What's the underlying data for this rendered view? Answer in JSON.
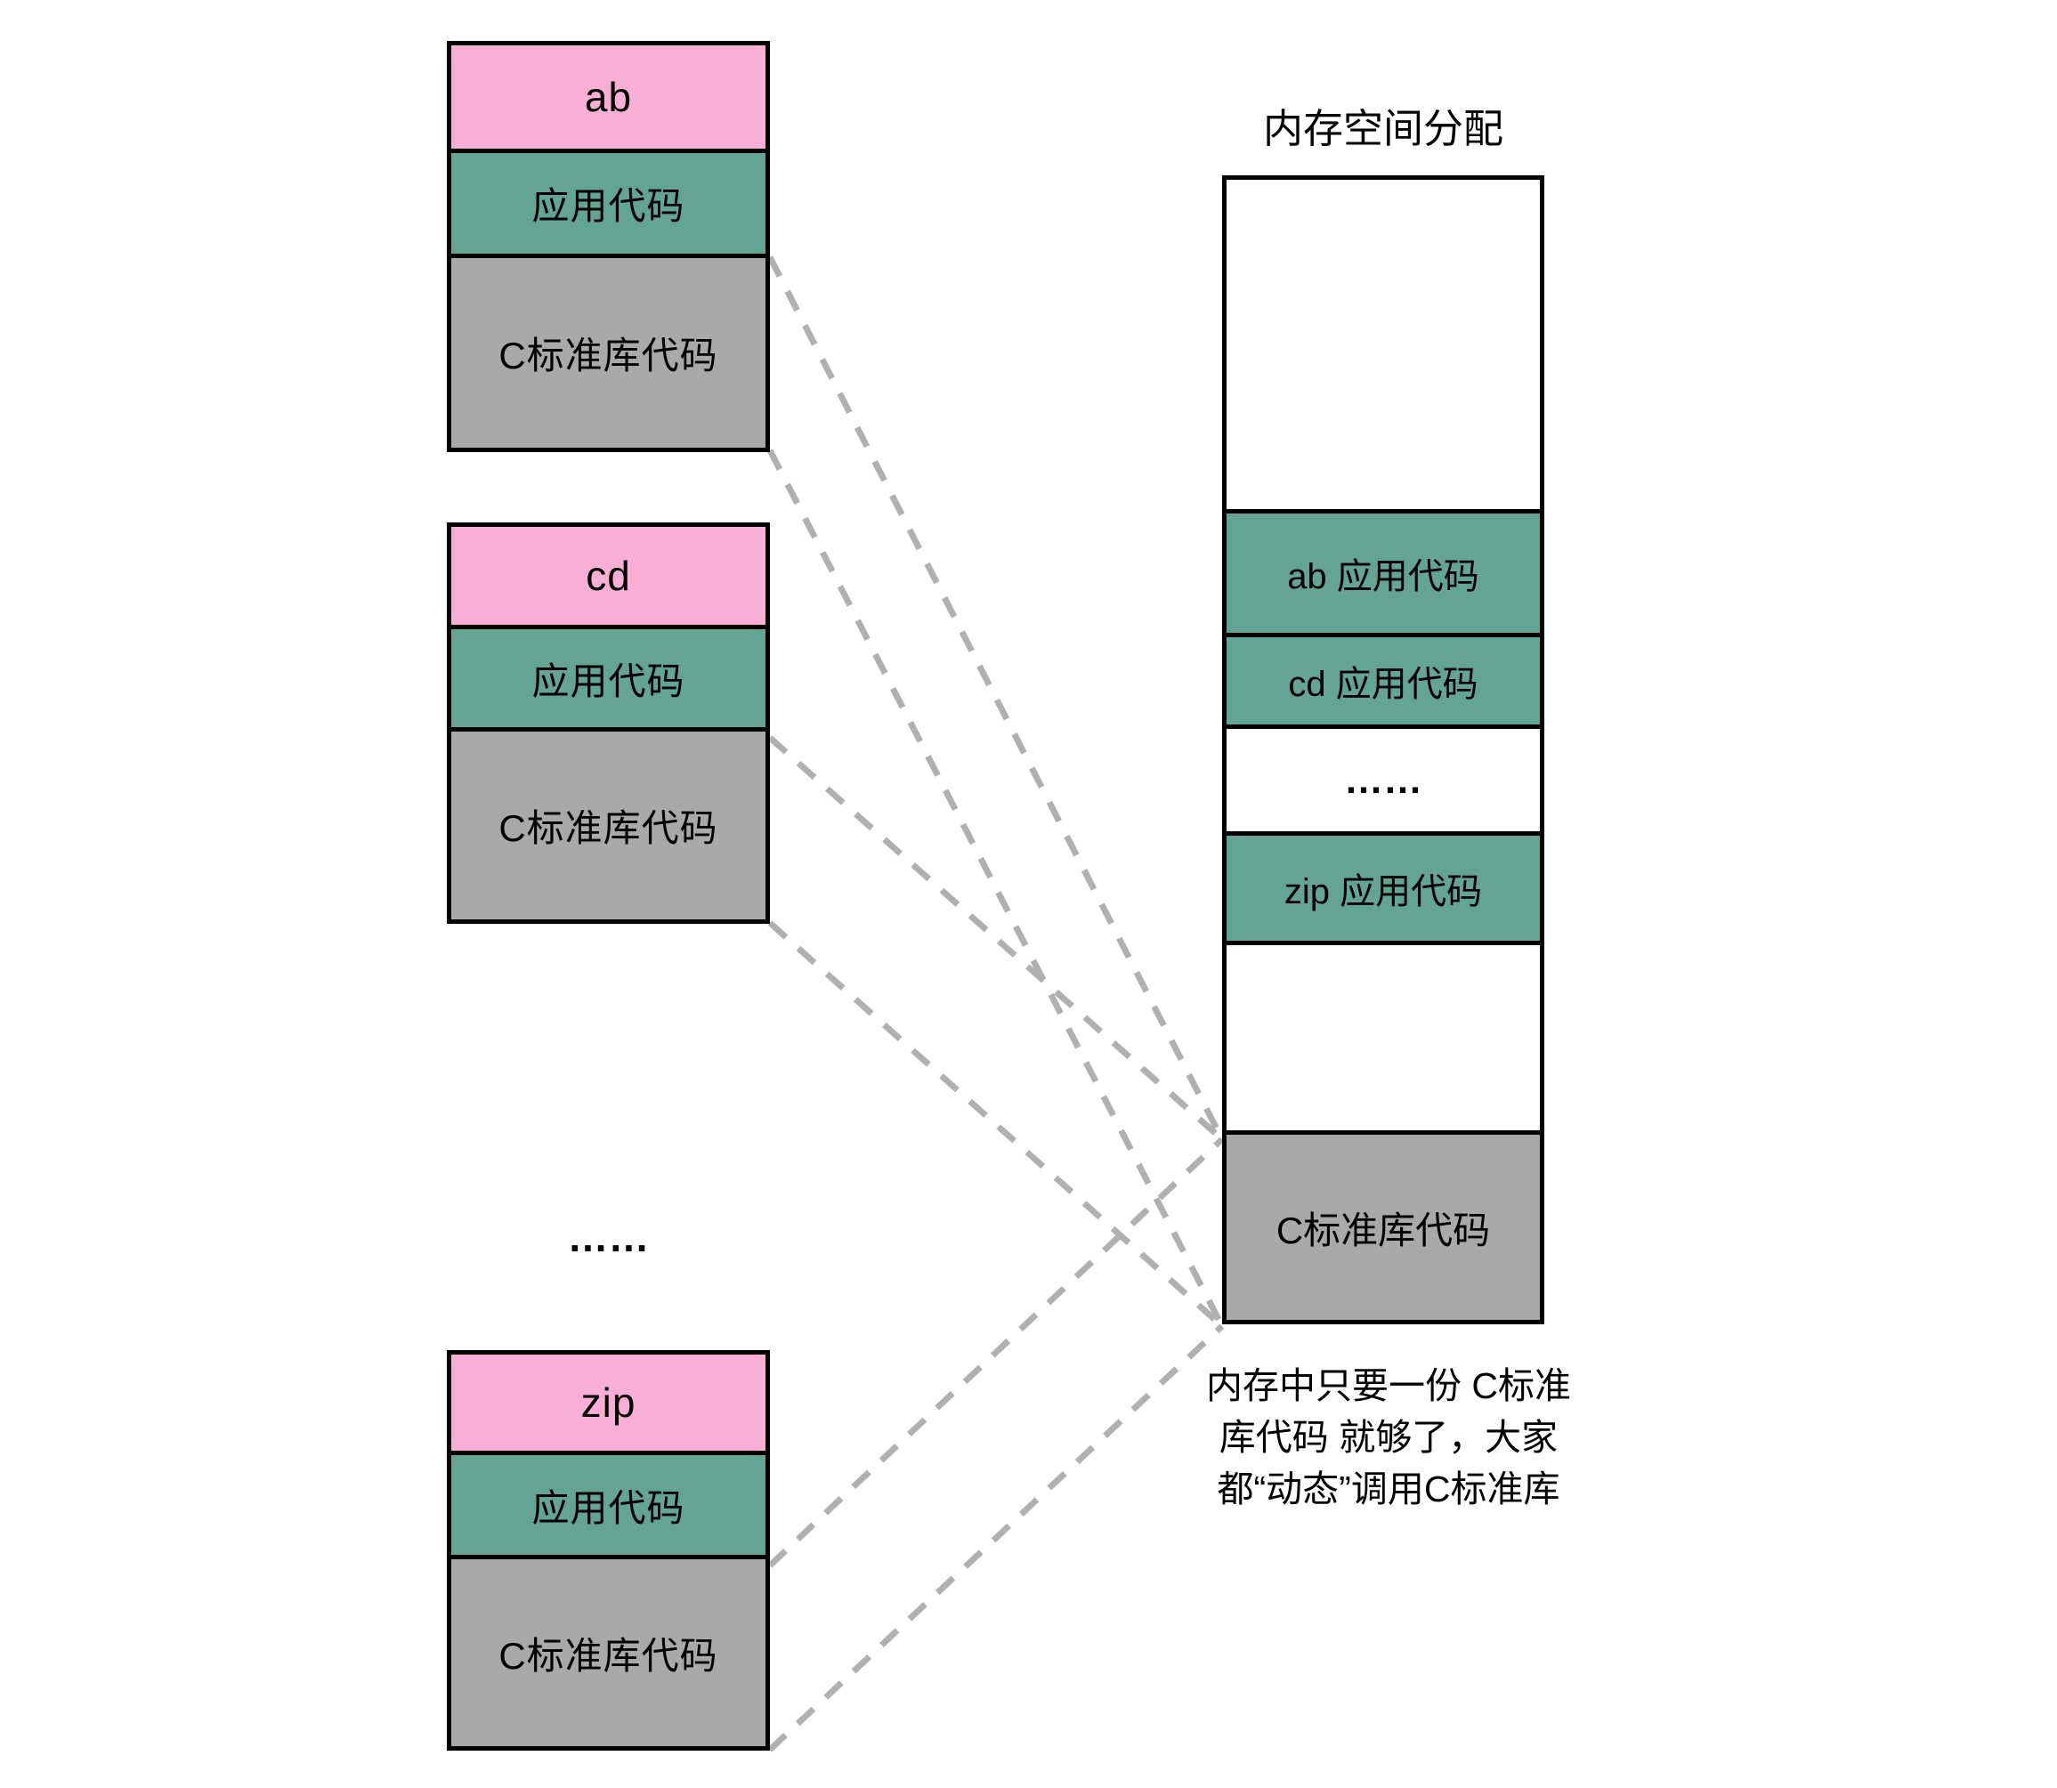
{
  "colors": {
    "pink": "#f9aed6",
    "teal": "#63a493",
    "gray": "#a9a9a9",
    "line": "#b0b0b0",
    "border": "#000000",
    "text": "#000000",
    "bg": "#ffffff"
  },
  "programs": [
    {
      "id": "ab",
      "title": "ab",
      "app_label": "应用代码",
      "lib_label": "C标准库代码"
    },
    {
      "id": "cd",
      "title": "cd",
      "app_label": "应用代码",
      "lib_label": "C标准库代码"
    },
    {
      "id": "zip",
      "title": "zip",
      "app_label": "应用代码",
      "lib_label": "C标准库代码"
    }
  ],
  "left_ellipsis": "……",
  "memory": {
    "title": "内存空间分配",
    "sections": [
      {
        "label": "",
        "kind": "free"
      },
      {
        "label": "ab 应用代码",
        "kind": "app"
      },
      {
        "label": "cd 应用代码",
        "kind": "app"
      },
      {
        "label": "……",
        "kind": "free"
      },
      {
        "label": "zip 应用代码",
        "kind": "app"
      },
      {
        "label": "",
        "kind": "free"
      },
      {
        "label": "C标准库代码",
        "kind": "lib"
      }
    ]
  },
  "annotation": {
    "line1": "内存中只要一份 C标准",
    "line2": "库代码 就够了，大家",
    "line3": "都“动态”调用C标准库"
  }
}
